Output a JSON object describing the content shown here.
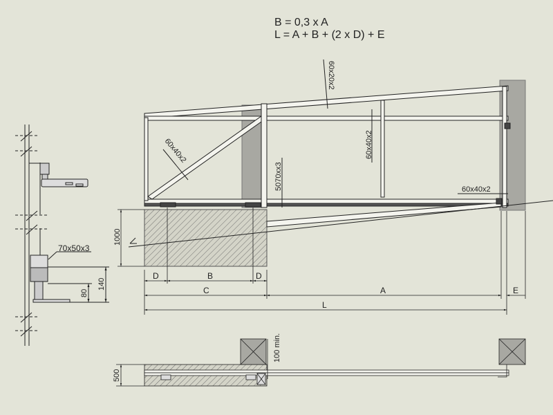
{
  "formulas": [
    "B = 0,3 x A",
    "L = A + B + (2 x D) + E"
  ],
  "profiles": {
    "top_rail": "60x20x2",
    "diagonal": "60x40x2",
    "middle_rail": "60x40x2",
    "bottom_beam": "5070xx3",
    "end_bracket": "60x40x2",
    "side_beam": "70x50x3"
  },
  "dimensions": {
    "foundation_depth": "1000",
    "wheel_height_total": "140",
    "wheel_height": "80",
    "plan_width": "500",
    "post_clearance": "100 min.",
    "D": "D",
    "B": "B",
    "C": "C",
    "A": "A",
    "E": "E",
    "L": "L"
  },
  "colors": {
    "background": "#e3e4d8",
    "post": "#a8a8a2",
    "line": "#222222"
  }
}
